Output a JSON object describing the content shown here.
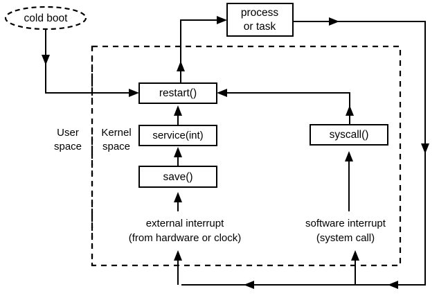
{
  "diagram": {
    "title": "Interrupt and system call flow between user space and kernel space",
    "colors": {
      "background": "#ffffff",
      "stroke": "#000000",
      "box_fill": "#ffffff"
    },
    "regions": {
      "user_space_label_line1": "User",
      "user_space_label_line2": "space",
      "kernel_space_label_line1": "Kernel",
      "kernel_space_label_line2": "space"
    },
    "nodes": {
      "cold_boot": "cold boot",
      "process_or_task_line1": "process",
      "process_or_task_line2": "or task",
      "restart": "restart()",
      "service_int": "service(int)",
      "save": "save()",
      "syscall": "syscall()"
    },
    "captions": {
      "external_interrupt_line1": "external interrupt",
      "external_interrupt_line2": "(from hardware or clock)",
      "software_interrupt_line1": "software interrupt",
      "software_interrupt_line2": "(system call)"
    }
  }
}
